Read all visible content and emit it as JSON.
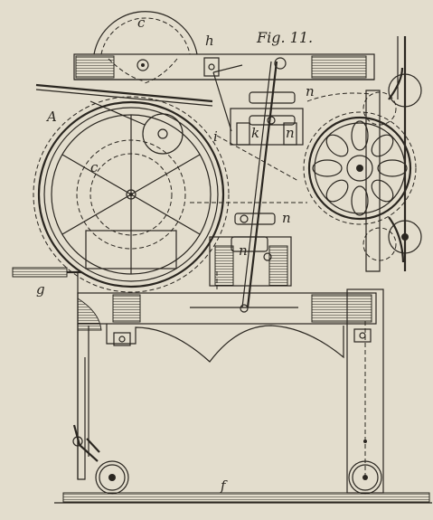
{
  "figure": {
    "title": "Fig. 11."
  },
  "labels": {
    "c_top": "c",
    "h": "h",
    "A": "A",
    "c_mid": "c",
    "i": "i",
    "k": "k",
    "n_1": "n",
    "n_2": "n",
    "n_3": "n",
    "n_4": "n",
    "g": "g",
    "f": "f"
  }
}
